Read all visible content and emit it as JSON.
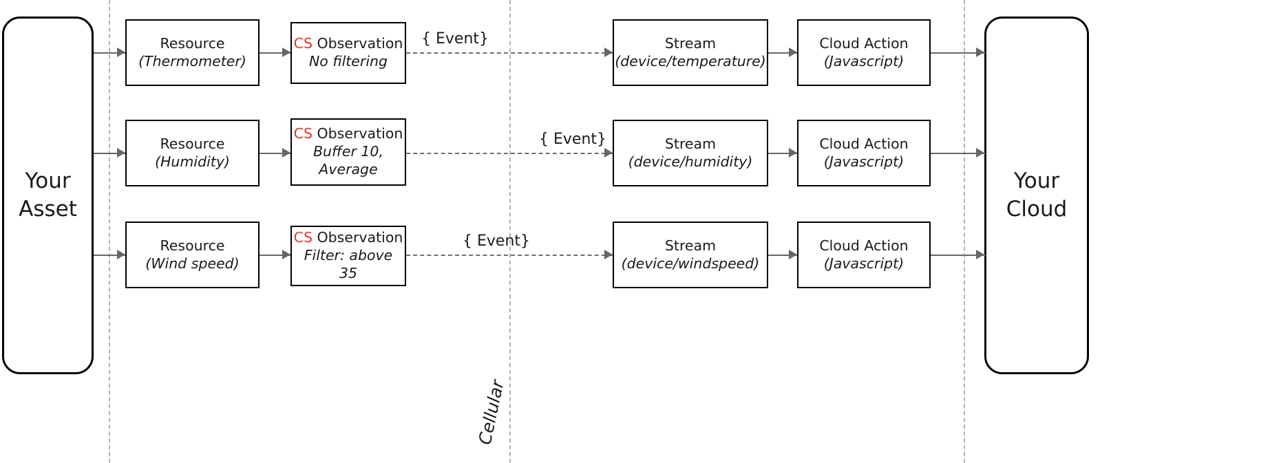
{
  "zones": {
    "asset": {
      "label": "Your\nAsset"
    },
    "cloud": {
      "label": "Your\nCloud"
    }
  },
  "separators": {
    "device_edge": "dashed-boundary-left",
    "cellular_axis": "dashed-boundary-middle",
    "cloud_edge": "dashed-boundary-right"
  },
  "transport": {
    "label": "Cellular"
  },
  "rows": [
    {
      "id": "temperature",
      "resource": {
        "title": "Resource",
        "sub": "(Thermometer)"
      },
      "observation": {
        "tag": "CS",
        "title": "Observation",
        "sub": "No filtering"
      },
      "event": {
        "label": "{ Event}"
      },
      "stream": {
        "title": "Stream",
        "sub": "(device/temperature)"
      },
      "action": {
        "title": "Cloud Action",
        "sub": "(Javascript)"
      }
    },
    {
      "id": "humidity",
      "resource": {
        "title": "Resource",
        "sub": "(Humidity)"
      },
      "observation": {
        "tag": "CS",
        "title": "Observation",
        "sub": "Buffer 10,\nAverage"
      },
      "event": {
        "label": "{ Event}"
      },
      "stream": {
        "title": "Stream",
        "sub": "(device/humidity)"
      },
      "action": {
        "title": "Cloud Action",
        "sub": "(Javascript)"
      }
    },
    {
      "id": "windspeed",
      "resource": {
        "title": "Resource",
        "sub": "(Wind speed)"
      },
      "observation": {
        "tag": "CS",
        "title": "Observation",
        "sub": "Filter: above 35"
      },
      "event": {
        "label": "{ Event}"
      },
      "stream": {
        "title": "Stream",
        "sub": "(device/windspeed)"
      },
      "action": {
        "title": "Cloud Action",
        "sub": "(Javascript)"
      }
    }
  ],
  "colors": {
    "accent_red": "#e8342a",
    "box_border": "#000000",
    "connector": "#666666",
    "dashed_boundary": "#b3b3b3",
    "background": "#ffffff"
  }
}
